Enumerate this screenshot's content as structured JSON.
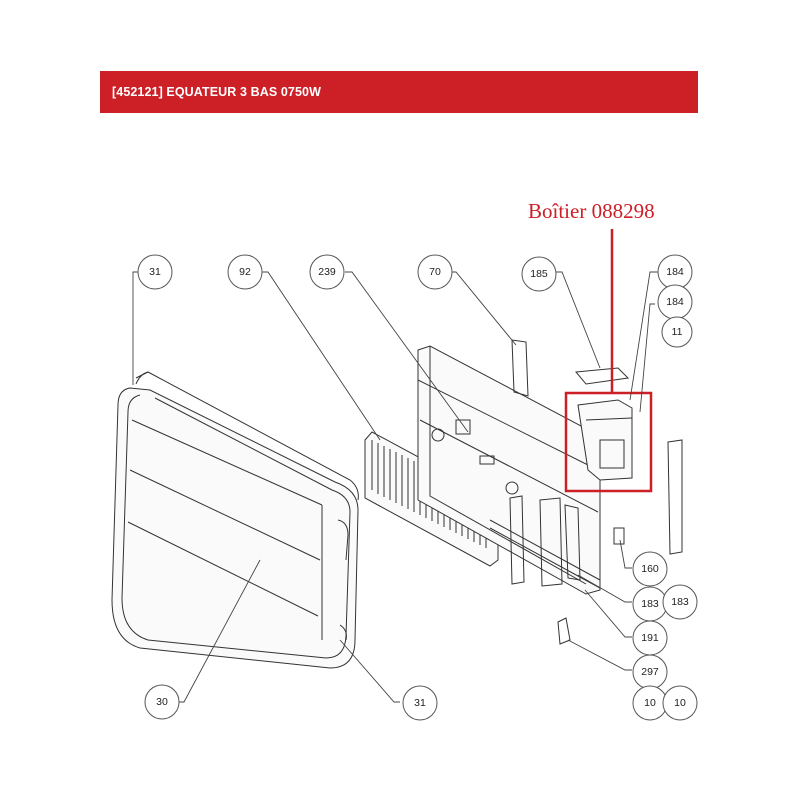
{
  "header": {
    "title": "[452121] EQUATEUR 3 BAS 0750W"
  },
  "annotation": {
    "text": "Boîtier 088298",
    "color": "#cc1f26"
  },
  "colors": {
    "header_bg": "#cc1f26",
    "header_text": "#ffffff",
    "highlight": "#cc1f26"
  },
  "callouts": [
    {
      "id": "c31a",
      "label": "31"
    },
    {
      "id": "c92",
      "label": "92"
    },
    {
      "id": "c239",
      "label": "239"
    },
    {
      "id": "c70",
      "label": "70"
    },
    {
      "id": "c185",
      "label": "185"
    },
    {
      "id": "c184a",
      "label": "184"
    },
    {
      "id": "c184b",
      "label": "184"
    },
    {
      "id": "c11",
      "label": "11"
    },
    {
      "id": "c160",
      "label": "160"
    },
    {
      "id": "c183a",
      "label": "183"
    },
    {
      "id": "c183b",
      "label": "183"
    },
    {
      "id": "c191",
      "label": "191"
    },
    {
      "id": "c297",
      "label": "297"
    },
    {
      "id": "c10a",
      "label": "10"
    },
    {
      "id": "c10b",
      "label": "10"
    },
    {
      "id": "c30",
      "label": "30"
    },
    {
      "id": "c31b",
      "label": "31"
    }
  ]
}
